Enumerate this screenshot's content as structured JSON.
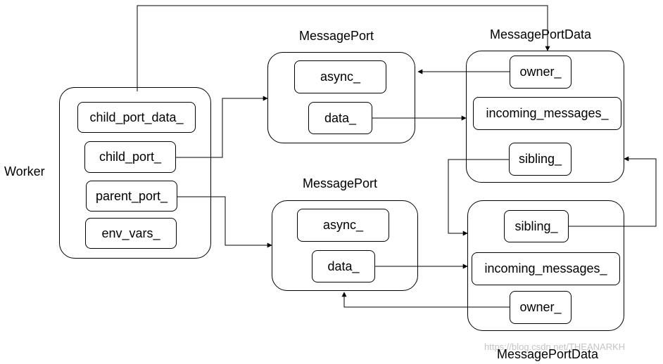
{
  "labels": {
    "worker": "Worker",
    "port_top": "MessagePort",
    "port_bottom": "MessagePort",
    "portdata_top": "MessagePortData",
    "portdata_bottom": "MessagePortData"
  },
  "worker": {
    "child_port_data": "child_port_data_",
    "child_port": "child_port_",
    "parent_port": "parent_port_",
    "env_vars": "env_vars_"
  },
  "port_top": {
    "async": "async_",
    "data": "data_"
  },
  "port_bottom": {
    "async": "async_",
    "data": "data_"
  },
  "portdata_top": {
    "owner": "owner_",
    "incoming_messages": "incoming_messages_",
    "sibling": "sibling_"
  },
  "portdata_bottom": {
    "sibling": "sibling_",
    "incoming_messages": "incoming_messages_",
    "owner": "owner_"
  },
  "watermark": "https://blog.csdn.net/THEANARKH",
  "colors": {
    "stroke": "#000000",
    "background": "#ffffff",
    "watermark": "#c4c4c4"
  }
}
